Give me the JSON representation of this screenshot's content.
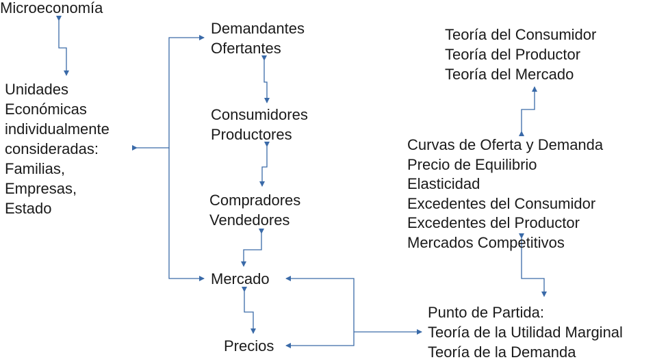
{
  "nodes": {
    "micro": {
      "lines": [
        "Microeconomía"
      ]
    },
    "unidades": {
      "lines": [
        "Unidades",
        "Económicas",
        "individualmente",
        "consideradas:",
        "Familias,",
        "Empresas,",
        "Estado"
      ]
    },
    "demandantes": {
      "lines": [
        "Demandantes",
        "Ofertantes"
      ]
    },
    "consumidores": {
      "lines": [
        "Consumidores",
        "Productores"
      ]
    },
    "compradores": {
      "lines": [
        "Compradores",
        "Vendedores"
      ]
    },
    "mercado": {
      "lines": [
        "Mercado"
      ]
    },
    "precios": {
      "lines": [
        "Precios"
      ]
    },
    "teorias": {
      "lines": [
        "Teoría del Consumidor",
        "Teoría del Productor",
        "Teoría del Mercado"
      ]
    },
    "temas": {
      "lines": [
        "Curvas de Oferta y Demanda",
        "Precio de Equilibrio",
        "Elasticidad",
        "Excedentes del Consumidor",
        "Excedentes del Productor",
        "Mercados Competitivos"
      ]
    },
    "punto": {
      "lines": [
        "Punto de Partida:",
        "Teoría de la Utilidad Marginal",
        "Teoría de la Demanda"
      ]
    }
  },
  "colors": {
    "connector": "#3a6aa8",
    "text": "#1a1a1a"
  }
}
